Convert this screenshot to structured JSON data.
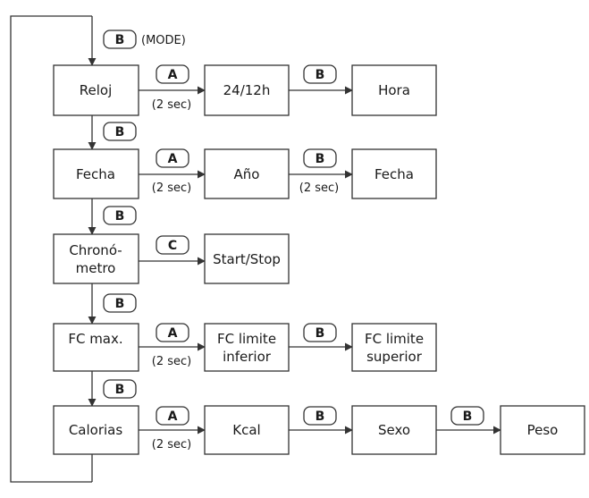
{
  "nodes": {
    "reloj": "Reloj",
    "fmt": "24/12h",
    "hora": "Hora",
    "fecha": "Fecha",
    "ano": "Año",
    "fecha2": "Fecha",
    "chrono1": "Chronó-",
    "chrono2": "metro",
    "startstop": "Start/Stop",
    "fcmax": "FC max.",
    "fcinf1": "FC limite",
    "fcinf2": "inferior",
    "fcsup1": "FC limite",
    "fcsup2": "superior",
    "calorias": "Calorias",
    "kcal": "Kcal",
    "sexo": "Sexo",
    "peso": "Peso"
  },
  "buttons": {
    "a": "A",
    "b": "B",
    "c": "C"
  },
  "notes": {
    "mode": "(MODE)",
    "twosec": "(2 sec)"
  },
  "colors": {
    "stroke": "#333333",
    "text": "#1a1a1a",
    "background": "#ffffff"
  }
}
